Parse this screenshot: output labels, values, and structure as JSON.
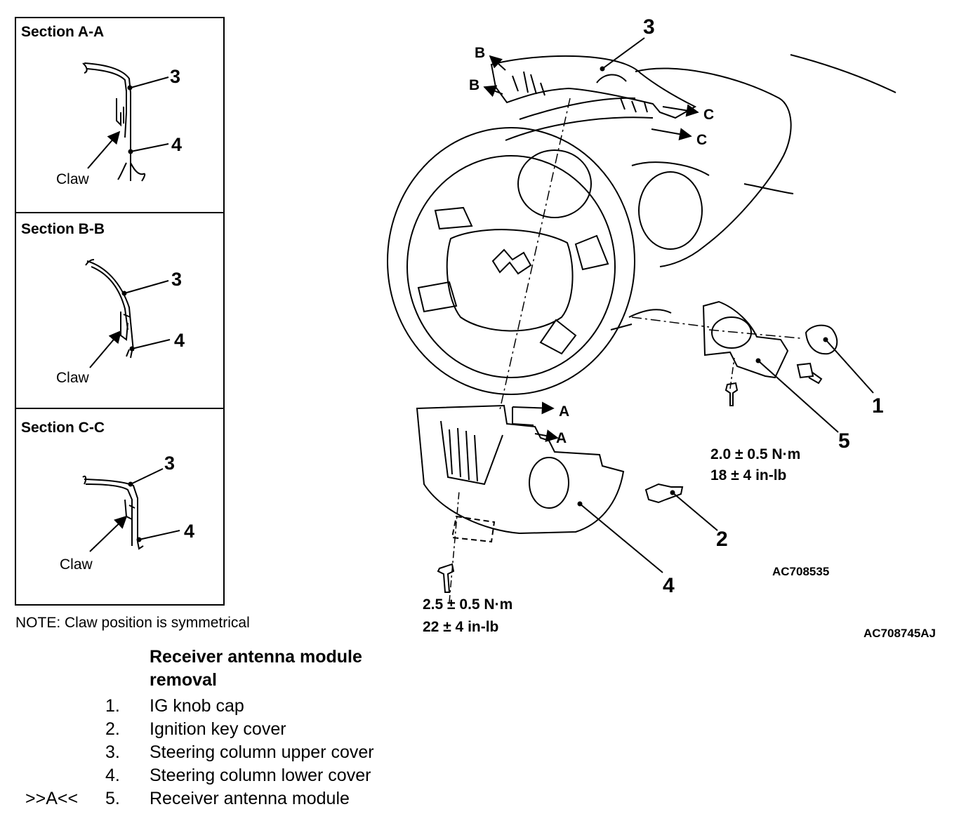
{
  "sections": [
    {
      "title": "Section A-A",
      "label_upper": "3",
      "label_lower": "4",
      "claw": "Claw"
    },
    {
      "title": "Section B-B",
      "label_upper": "3",
      "label_lower": "4",
      "claw": "Claw"
    },
    {
      "title": "Section C-C",
      "label_upper": "3",
      "label_lower": "4",
      "claw": "Claw"
    }
  ],
  "note": "NOTE: Claw position is symmetrical",
  "callouts": {
    "p1": "1",
    "p2": "2",
    "p3": "3",
    "p4": "4",
    "p5": "5"
  },
  "section_marks": {
    "b": "B",
    "c": "C",
    "a": "A"
  },
  "torques": {
    "module_screw_line1": "2.0 ± 0.5 N·m",
    "module_screw_line2": "18 ± 4 in-lb",
    "cover_screw_line1": "2.5 ± 0.5 N·m",
    "cover_screw_line2": "22 ± 4 in-lb"
  },
  "codes": {
    "inner": "AC708535",
    "outer": "AC708745AJ"
  },
  "removal": {
    "title": "Receiver antenna module removal",
    "items": [
      {
        "num": "1.",
        "label": "IG knob cap",
        "marker": ""
      },
      {
        "num": "2.",
        "label": "Ignition key cover",
        "marker": ""
      },
      {
        "num": "3.",
        "label": "Steering column upper cover",
        "marker": ""
      },
      {
        "num": "4.",
        "label": "Steering column lower cover",
        "marker": ""
      },
      {
        "num": "5.",
        "label": "Receiver antenna module",
        "marker": ">>A<<"
      }
    ]
  }
}
